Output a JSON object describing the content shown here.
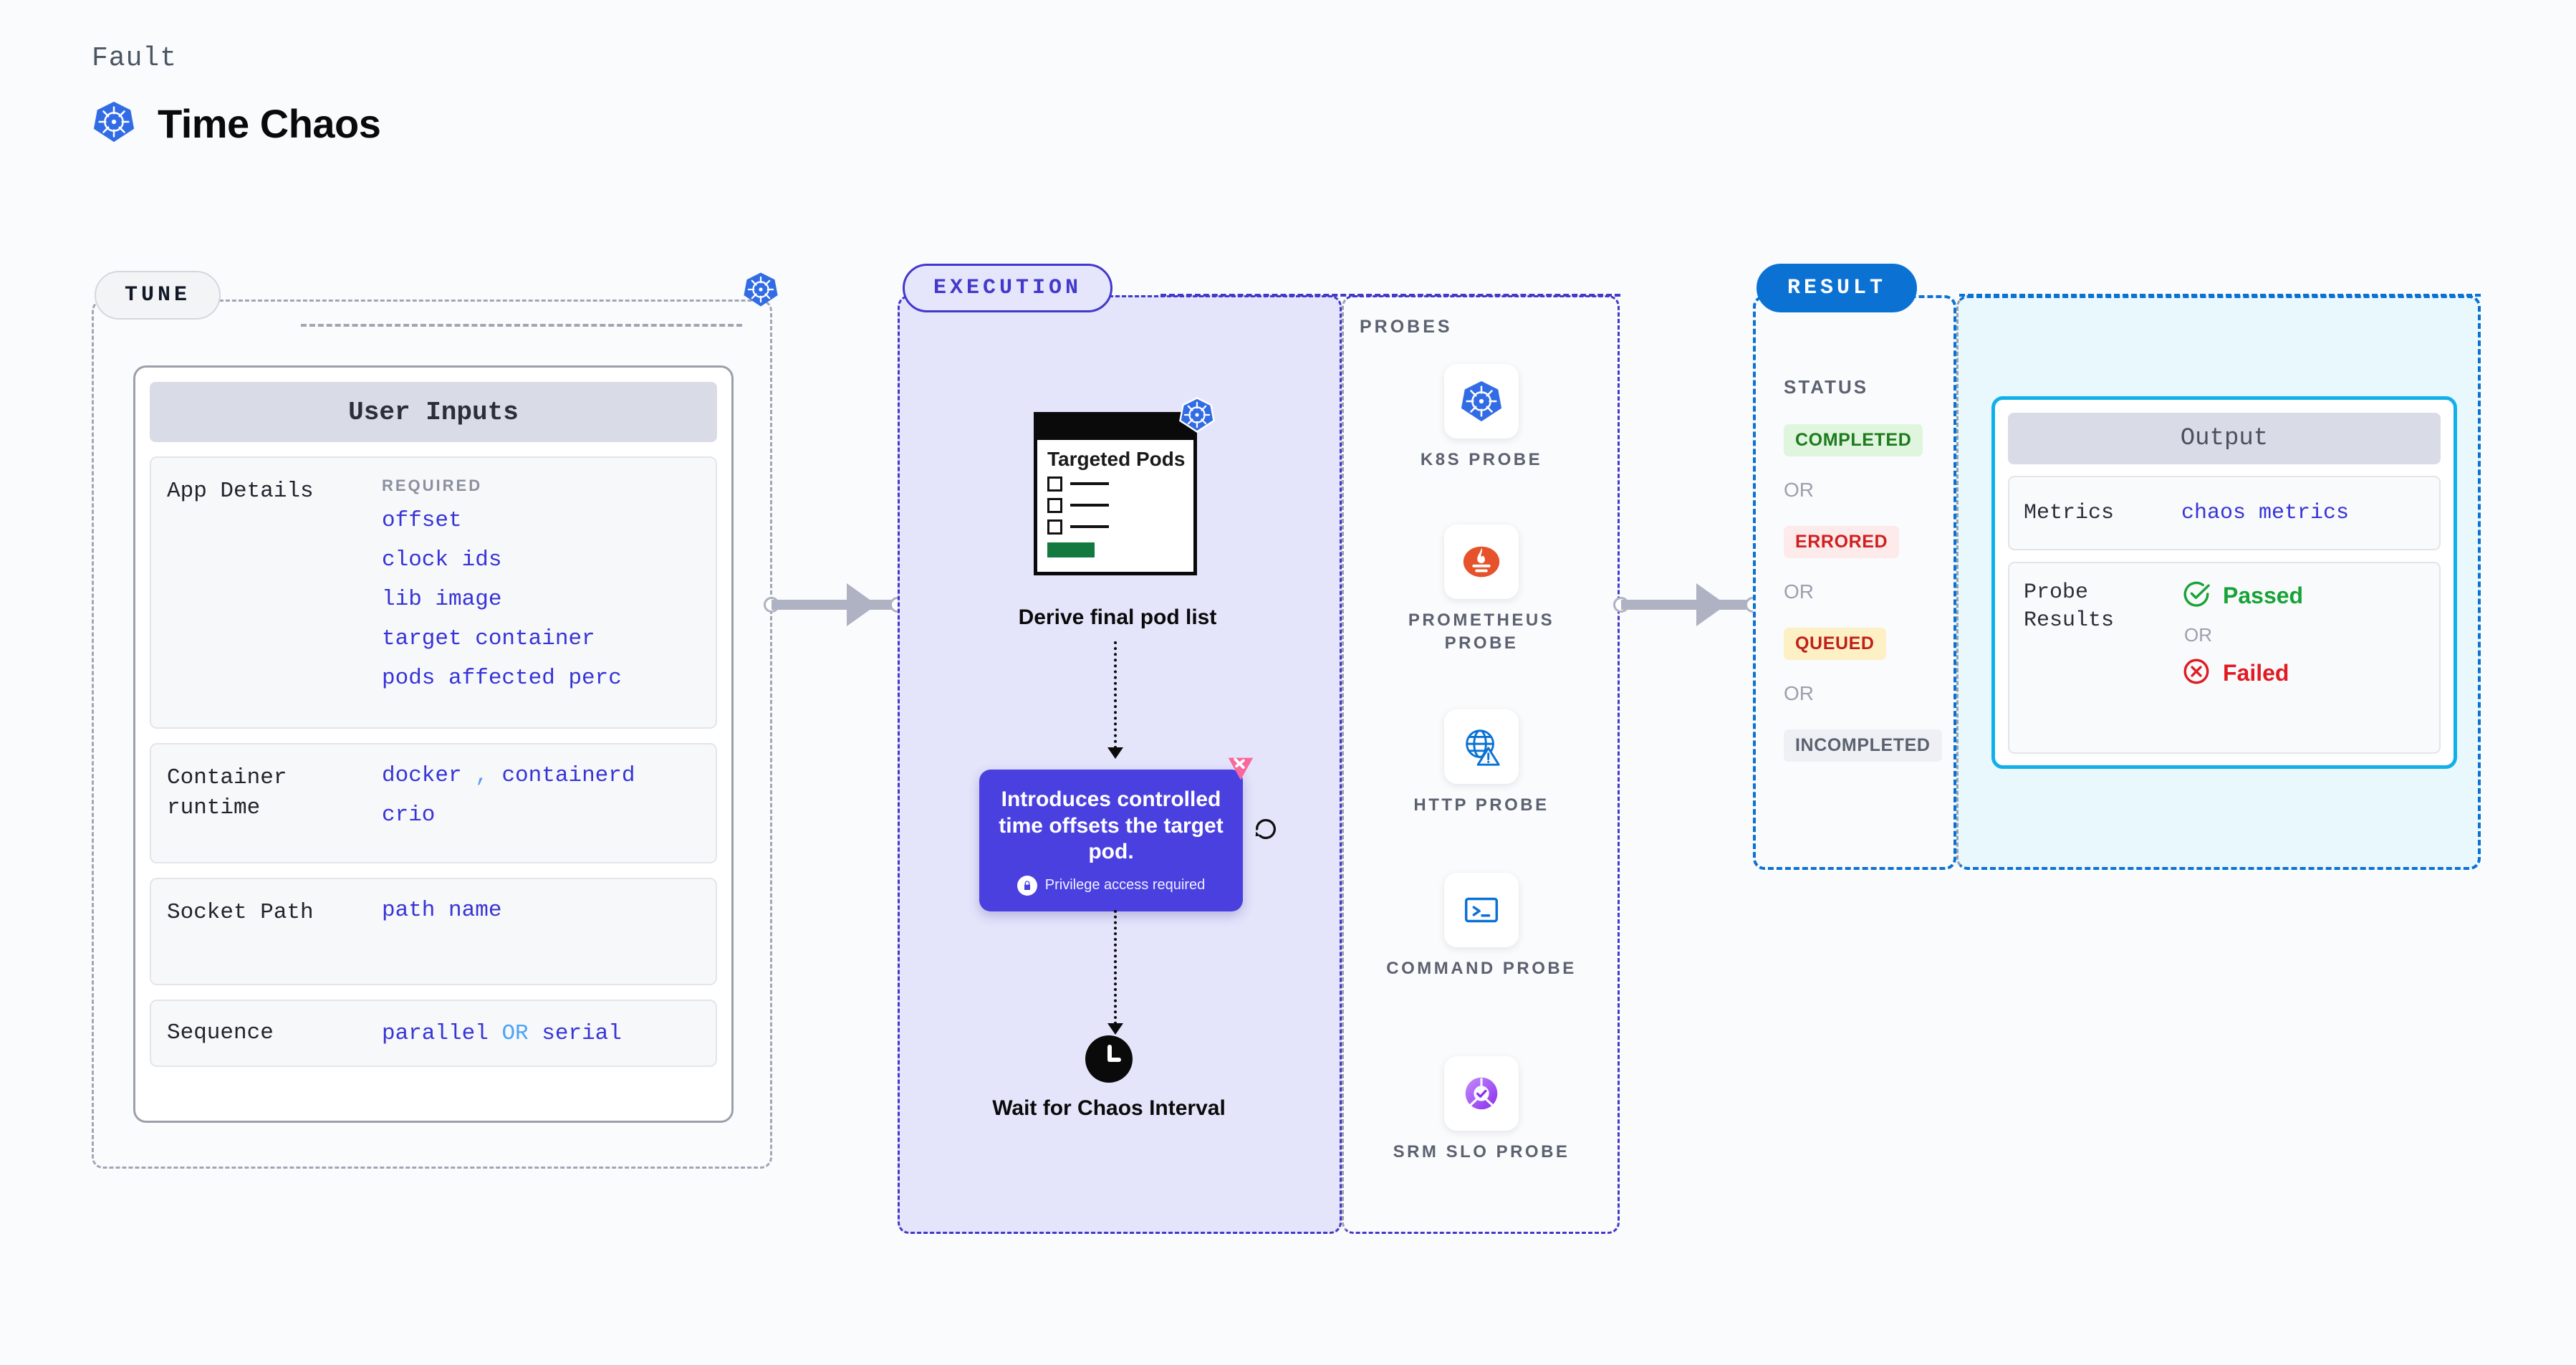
{
  "header": {
    "eyebrow": "Fault",
    "title": "Time Chaos",
    "icon": "kubernetes-icon"
  },
  "tune": {
    "stage_label": "TUNE",
    "k8s_icon": "kubernetes-icon",
    "card_title": "User Inputs",
    "fields": [
      {
        "label": "App Details",
        "required_tag": "REQUIRED",
        "values": [
          "offset",
          "clock ids",
          "lib image",
          "target container",
          "pods affected perc"
        ]
      },
      {
        "label": "Container runtime",
        "values": [
          "docker , containerd",
          "crio"
        ],
        "separator": ","
      },
      {
        "label": "Socket Path",
        "values": [
          "path name"
        ]
      },
      {
        "label": "Sequence",
        "values": [
          "parallel OR serial"
        ],
        "or_word": "OR"
      }
    ]
  },
  "execution": {
    "stage_label": "EXECUTION",
    "pods_card": {
      "title": "Targeted Pods",
      "icon": "kubernetes-icon",
      "checkbox_rows": 3,
      "accent_color": "#14793f"
    },
    "derive_label": "Derive final pod list",
    "chaos_desc": {
      "text": "Introduces controlled time offsets the target pod.",
      "privilege_note": "Privilege access required",
      "lock_icon": "lock-icon",
      "flag_icon": "harness-chaos-flag-icon",
      "retry_icon": "retry-icon",
      "background": "#4a40e0"
    },
    "wait_label": "Wait for Chaos Interval",
    "clock_icon": "clock-icon"
  },
  "probes": {
    "section_label": "PROBES",
    "items": [
      {
        "name": "K8S PROBE",
        "icon": "kubernetes-icon"
      },
      {
        "name": "PROMETHEUS PROBE",
        "icon": "prometheus-icon"
      },
      {
        "name": "HTTP PROBE",
        "icon": "http-globe-warning-icon"
      },
      {
        "name": "COMMAND PROBE",
        "icon": "terminal-icon"
      },
      {
        "name": "SRM SLO PROBE",
        "icon": "srm-slo-gauge-icon"
      }
    ]
  },
  "result": {
    "stage_label": "RESULT",
    "status_label": "STATUS",
    "or_word": "OR",
    "statuses": [
      {
        "label": "COMPLETED",
        "color": "#1e7a1e",
        "background": "#dff5dd"
      },
      {
        "label": "ERRORED",
        "color": "#cf2020",
        "background": "#fdeaea"
      },
      {
        "label": "QUEUED",
        "color": "#c0201a",
        "background": "#fdf0c4"
      },
      {
        "label": "INCOMPLETED",
        "color": "#5b6170",
        "background": "#eef0f4"
      }
    ],
    "output": {
      "title": "Output",
      "metrics_label": "Metrics",
      "metrics_value": "chaos metrics",
      "probe_results_label": "Probe Results",
      "passed_label": "Passed",
      "failed_label": "Failed",
      "or_word": "OR",
      "passed_icon": "check-circle-icon",
      "failed_icon": "x-circle-icon",
      "border_color": "#12b0e8"
    }
  }
}
